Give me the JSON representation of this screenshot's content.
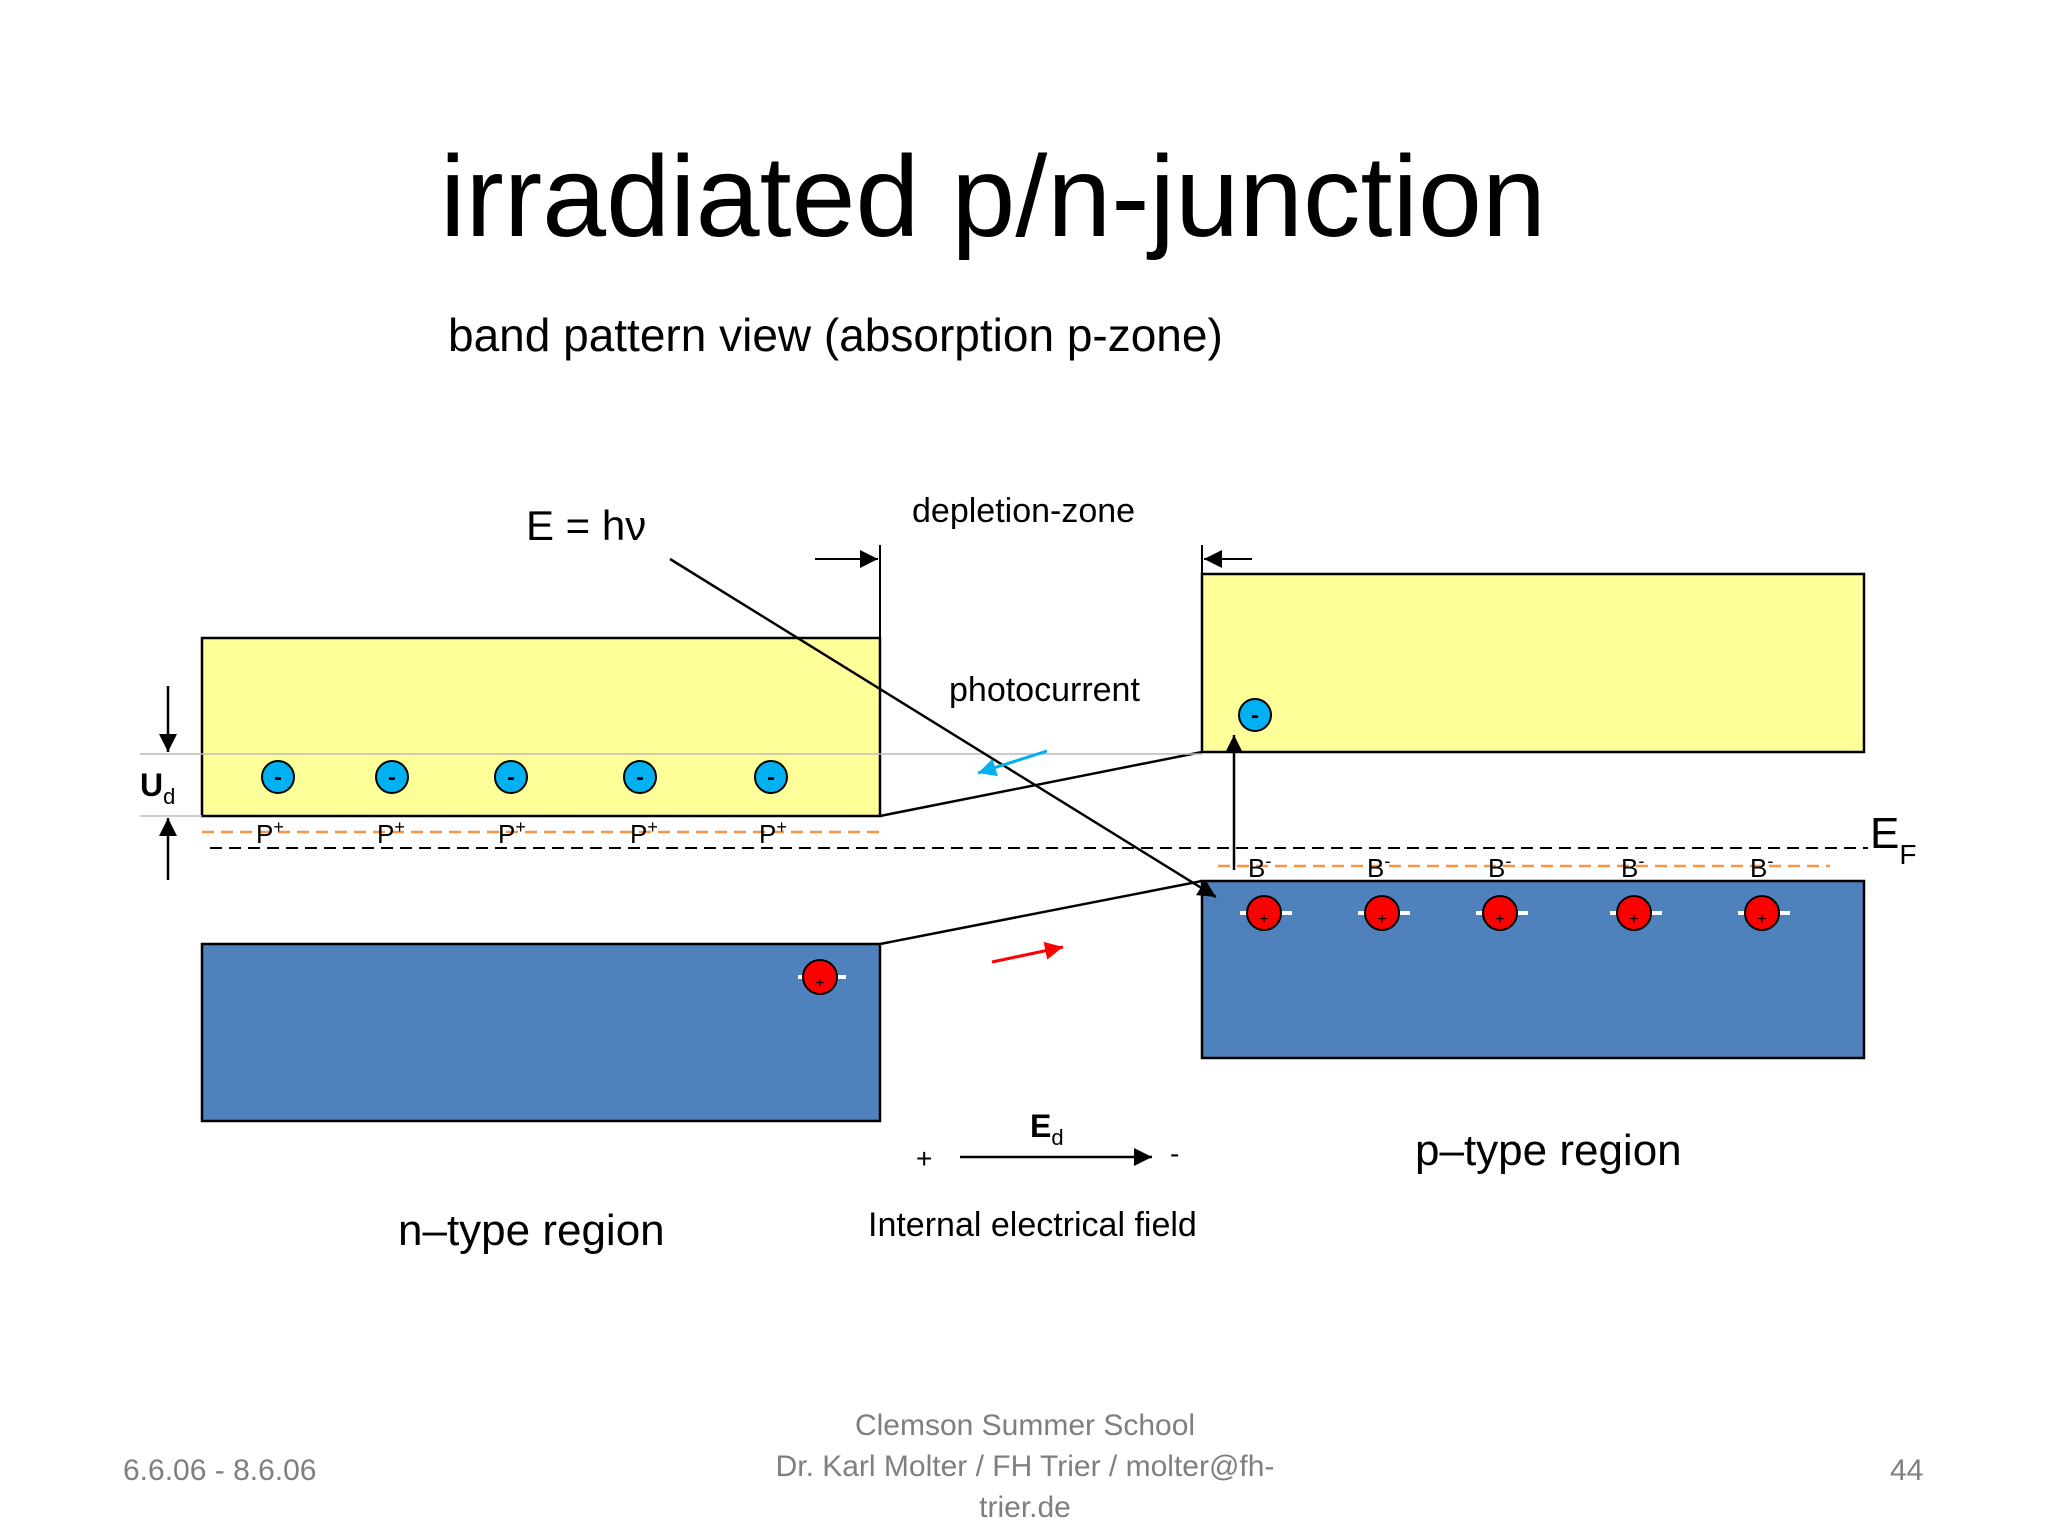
{
  "slide": {
    "title": "irradiated p/n-junction",
    "subtitle": "band pattern view (absorption  p-zone)"
  },
  "diagram": {
    "photon_label": "E = hν",
    "depletion_label": "depletion-zone",
    "photocurrent_label": "photocurrent",
    "ud_label": "U",
    "ud_sub": "d",
    "ef_label": "E",
    "ef_sub": "F",
    "ed_label": "E",
    "ed_sub": "d",
    "field_plus": "+",
    "field_minus": "-",
    "field_label": "Internal electrical field",
    "n_region_label": "n–type region",
    "p_region_label": "p–type region",
    "donor_label": "P",
    "donor_sup": "+",
    "acceptor_label": "B",
    "acceptor_sup": "-",
    "electron_sign": "-",
    "hole_sign": "+",
    "colors": {
      "conduction_band": "#ffff99",
      "valence_band": "#4f81bd",
      "electron": "#00b0f0",
      "hole": "#ff0000",
      "dopant_level": "#f79646",
      "photocurrent_electron_arrow": "#00b0f0",
      "photocurrent_hole_arrow": "#ff0000"
    }
  },
  "footer": {
    "date": "6.6.06 - 8.6.06",
    "center_line1": "Clemson Summer School",
    "center_line2": "Dr. Karl Molter / FH Trier / molter@fh-",
    "center_line3": "trier.de",
    "page_number": "44"
  }
}
